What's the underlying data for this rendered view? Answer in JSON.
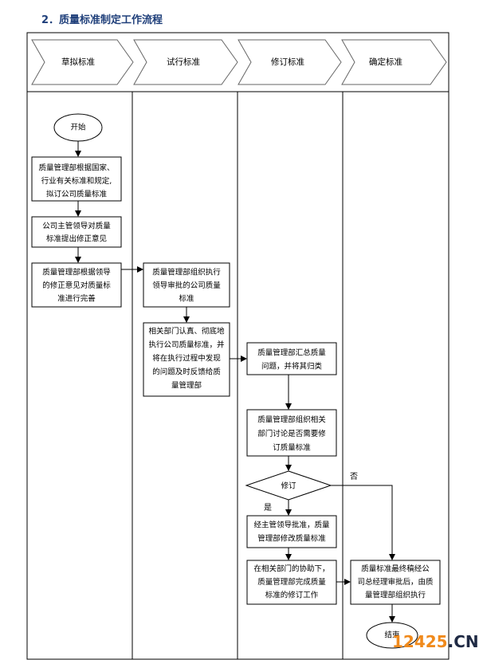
{
  "title": "2．质量标准制定工作流程",
  "phases": [
    "草拟标准",
    "试行标准",
    "修订标准",
    "确定标准"
  ],
  "nodes": {
    "start": "开始",
    "n1": [
      "质量管理部根据国家、",
      "行业有关标准和规定,",
      "拟订公司质量标准"
    ],
    "n2": [
      "公司主管领导对质量",
      "标准提出修正意见"
    ],
    "n3": [
      "质量管理部根据领导",
      "的修正意见对质量标",
      "准进行完善"
    ],
    "n4": [
      "质量管理部组织执行",
      "领导审批的公司质量",
      "标准"
    ],
    "n5": [
      "相关部门认真、彻底地",
      "执行公司质量标准，并",
      "将在执行过程中发现",
      "的问题及时反馈给质",
      "量管理部"
    ],
    "n6": [
      "质量管理部汇总质量",
      "问题，并将其归类"
    ],
    "n7": [
      "质量管理部组织相关",
      "部门讨论是否需要修",
      "订质量标准"
    ],
    "decision": "修订",
    "yes": "是",
    "no": "否",
    "n8": [
      "经主管领导批准，质量",
      "管理部修改质量标准"
    ],
    "n9": [
      "在相关部门的协助下，",
      "质量管理部完成质量",
      "标准的修订工作"
    ],
    "n10": [
      "质量标准最终稿经公",
      "司总经理审批后，由质",
      "量管理部组织执行"
    ],
    "end": "结束"
  },
  "watermark": {
    "number": "12425",
    "suffix": ".CN"
  },
  "colors": {
    "title": "#1f3f7a",
    "watermark_orange": "#f08a1c",
    "watermark_dark": "#1f2a44",
    "line": "#000000"
  }
}
